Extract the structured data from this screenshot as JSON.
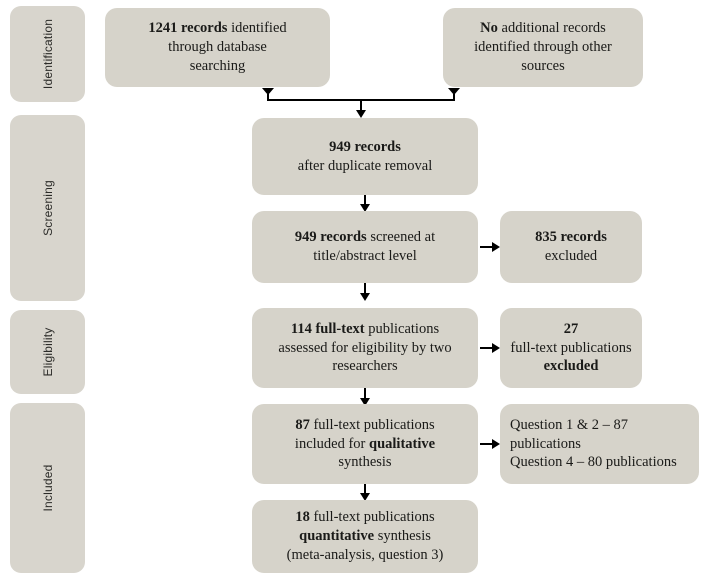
{
  "diagram": {
    "title": "PRISMA study selection flow diagram",
    "box_color": "#d6d3ca",
    "stage_color": "#d8d5cd",
    "connector_color": "#000000"
  },
  "stages": [
    {
      "id": "identification",
      "label": "Identification"
    },
    {
      "id": "screening",
      "label": "Screening"
    },
    {
      "id": "eligibility",
      "label": "Eligibility"
    },
    {
      "id": "included",
      "label": "Included"
    }
  ],
  "boxes": {
    "database_records": {
      "id": "database-records",
      "lines": [
        {
          "bold": "1241 records",
          "normal": " identified"
        },
        {
          "normal": "through database"
        },
        {
          "normal": "searching"
        }
      ],
      "plain_text": "1241 records identified through database searching"
    },
    "other_records": {
      "id": "other-records",
      "lines": [
        {
          "bold": "No",
          "normal": " additional records"
        },
        {
          "normal": "identified through other"
        },
        {
          "normal": "sources"
        }
      ],
      "plain_text": "No additional records identified through other sources"
    },
    "after_duplicates": {
      "id": "after-duplicate-removal",
      "lines": [
        {
          "bold": "949 records"
        },
        {
          "normal": "after duplicate removal"
        }
      ],
      "plain_text": "949 records after duplicate removal"
    },
    "screened": {
      "id": "records-screened",
      "lines": [
        {
          "bold": "949 records",
          "normal": " screened at"
        },
        {
          "normal": "title/abstract level"
        }
      ],
      "plain_text": "949 records screened at title/abstract level"
    },
    "excluded_screen": {
      "id": "records-excluded",
      "lines": [
        {
          "bold": "835 records"
        },
        {
          "normal": "excluded"
        }
      ],
      "plain_text": "835 records excluded"
    },
    "fulltext_assessed": {
      "id": "fulltext-assessed",
      "lines": [
        {
          "bold": "114 full-text",
          "normal": " publications"
        },
        {
          "normal": "assessed for eligibility by two"
        },
        {
          "normal": "researchers"
        }
      ],
      "plain_text": "114 full-text publications assessed for eligibility by two researchers"
    },
    "fulltext_excluded": {
      "id": "fulltext-excluded",
      "lines": [
        {
          "bold": "27"
        },
        {
          "normal": "full-text publications"
        },
        {
          "bold": "excluded"
        }
      ],
      "plain_text": "27 full-text publications excluded"
    },
    "qualitative": {
      "id": "qualitative-synthesis",
      "lines": [
        {
          "bold": "87",
          "normal": " full-text publications"
        },
        {
          "normal": "included for ",
          "bold_after": "qualitative"
        },
        {
          "normal": "synthesis"
        }
      ],
      "plain_text": "87 full-text publications included for qualitative synthesis"
    },
    "questions": {
      "id": "question-breakdown",
      "lines": [
        {
          "normal": "Question 1 & 2 – 87 publications"
        },
        {
          "normal": "Question 4 – 80 publications"
        }
      ],
      "plain_text": "Question 1 & 2 – 87 publications; Question 4 – 80 publications"
    },
    "quantitative": {
      "id": "quantitative-synthesis",
      "lines": [
        {
          "bold": "18",
          "normal": " full-text publications"
        },
        {
          "bold": "quantitative",
          "normal": " synthesis"
        },
        {
          "normal": "(meta-analysis, question 3)"
        }
      ],
      "plain_text": "18 full-text publications quantitative synthesis (meta-analysis, question 3)"
    }
  }
}
